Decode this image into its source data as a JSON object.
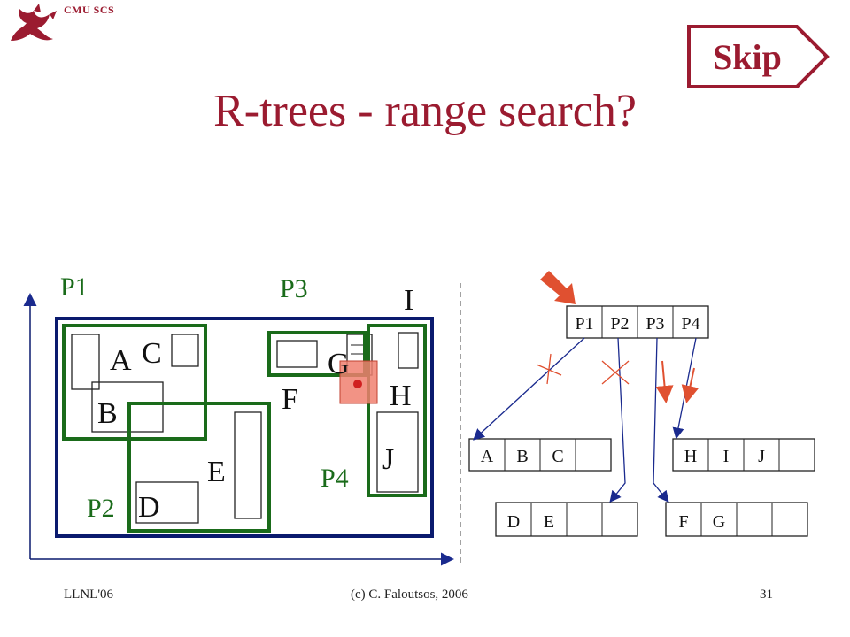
{
  "header": {
    "brand": "CMU SCS",
    "skip_label": "Skip"
  },
  "title": "R-trees - range search?",
  "diagram": {
    "region_labels": [
      "P1",
      "P2",
      "P3",
      "P4"
    ],
    "object_labels": [
      "A",
      "B",
      "C",
      "D",
      "E",
      "F",
      "G",
      "H",
      "I",
      "J"
    ],
    "root_node": [
      "P1",
      "P2",
      "P3",
      "P4"
    ],
    "leaf_p1": [
      "A",
      "B",
      "C",
      ""
    ],
    "leaf_p2": [
      "D",
      "E",
      "",
      ""
    ],
    "leaf_p3": [
      "F",
      "G",
      "",
      ""
    ],
    "leaf_p4": [
      "H",
      "I",
      "J",
      ""
    ],
    "colors": {
      "title": "#9b1b30",
      "outer_box": "#0a1a6e",
      "region_box": "#1a6b1a",
      "query": "#f08070",
      "query_dot": "#d02020",
      "arrow": "#1a2a8e",
      "prune_mark": "#e05030"
    }
  },
  "footer": {
    "left": "LLNL'06",
    "center": "(c) C. Faloutsos, 2006",
    "page": "31"
  }
}
